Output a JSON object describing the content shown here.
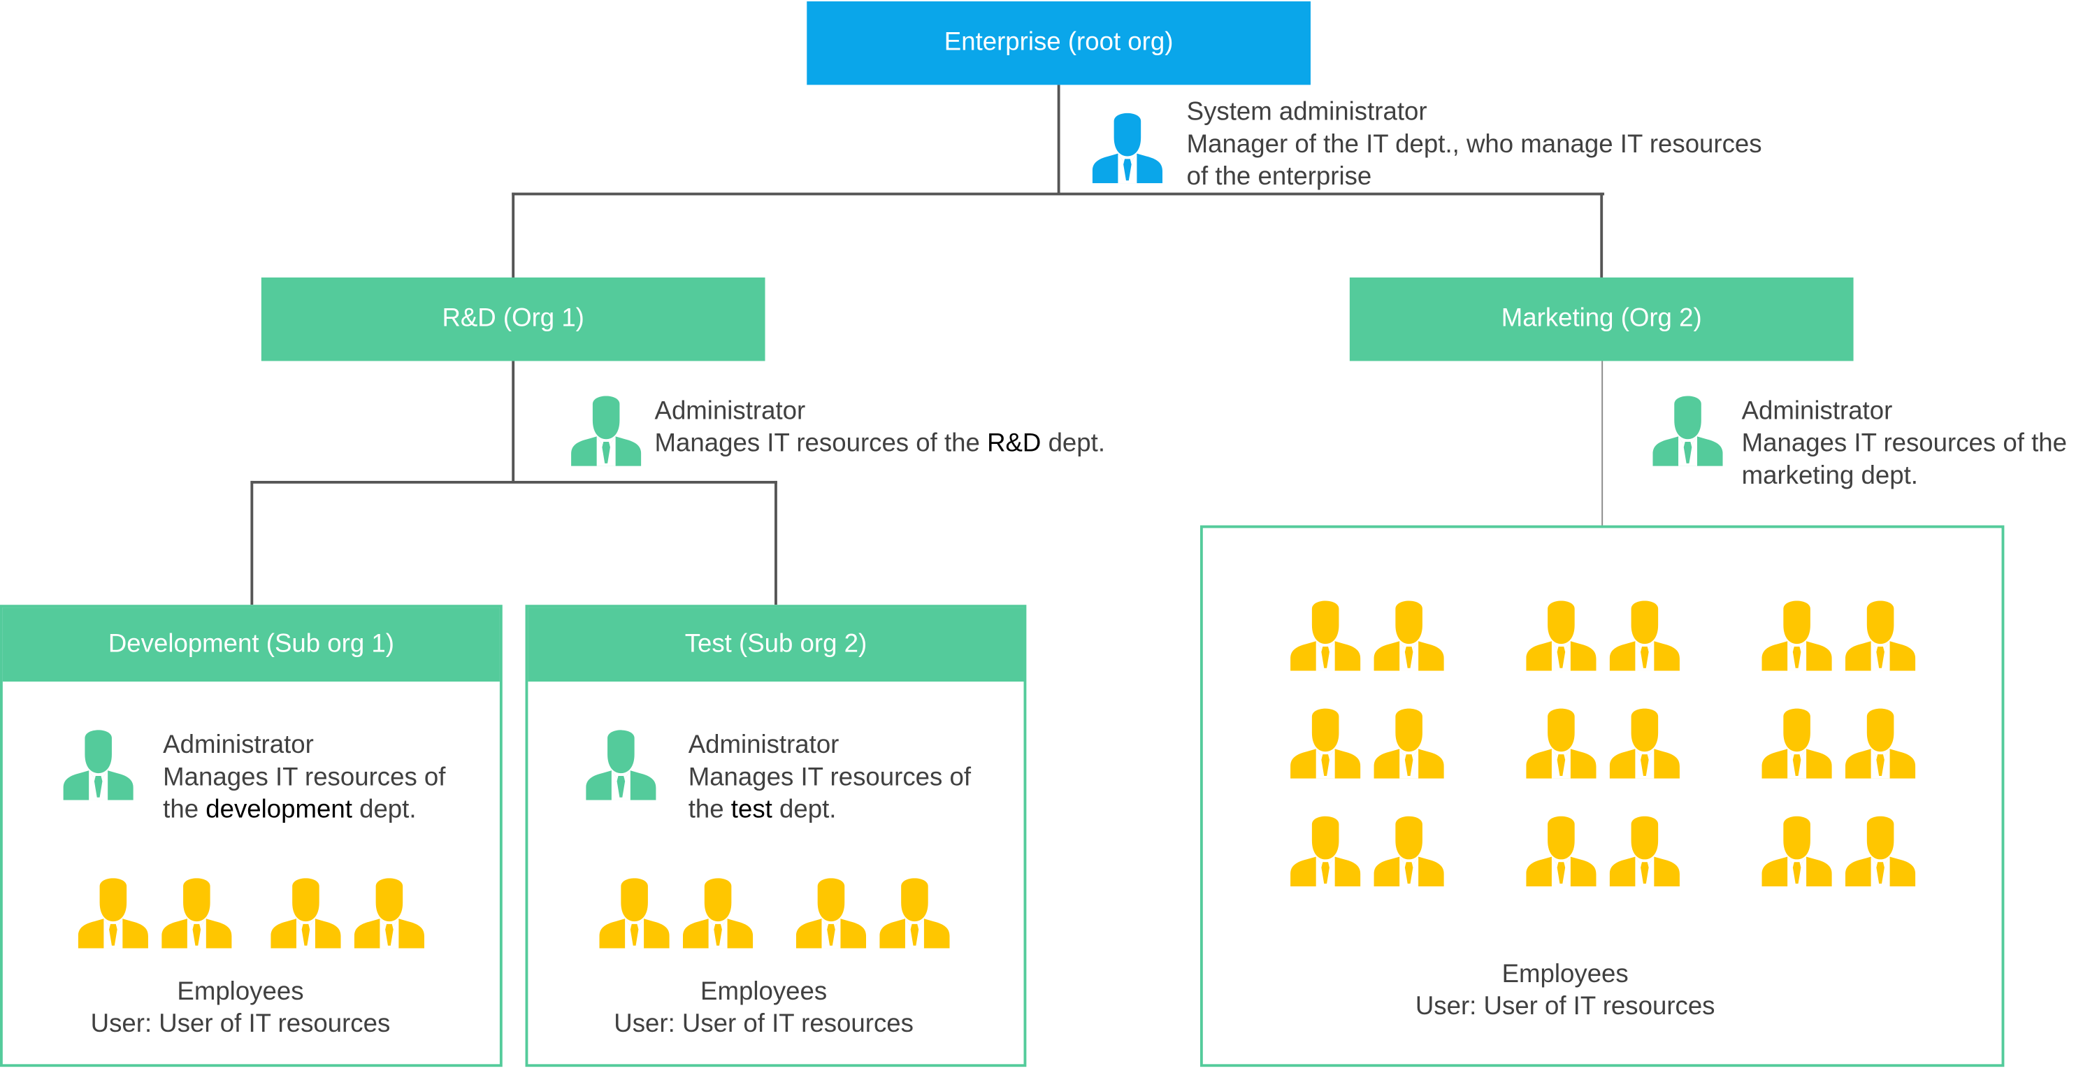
{
  "colors": {
    "root": "#0aa6ea",
    "org": "#54cb9b",
    "employee": "#ffc600",
    "admin": "#54cb9b",
    "sysadmin": "#0aa6ea"
  },
  "icons": {
    "person": "person-icon"
  },
  "root": {
    "label": "Enterprise (root org)",
    "role_title": "System administrator",
    "role_line1": "Manager of the IT dept., who manage IT resources",
    "role_line2": "of the enterprise"
  },
  "rd": {
    "label": "R&D (Org 1)",
    "role_title": "Administrator",
    "role_pre": "Manages IT resources of the ",
    "role_em": "R&D",
    "role_post": " dept."
  },
  "marketing": {
    "label": "Marketing (Org 2)",
    "role_title": "Administrator",
    "role_line1": "Manages IT resources of the",
    "role_line2": "marketing dept.",
    "employees_title": "Employees",
    "employees_desc": "User: User of IT resources"
  },
  "development": {
    "label": "Development (Sub org 1)",
    "role_title": "Administrator",
    "role_line1": "Manages IT resources of",
    "role_pre": "the ",
    "role_em": "development",
    "role_post": " dept.",
    "employees_title": "Employees",
    "employees_desc": "User: User of IT resources"
  },
  "test": {
    "label": "Test (Sub org 2)",
    "role_title": "Administrator",
    "role_line1": "Manages IT resources of",
    "role_pre": "the ",
    "role_em": "test",
    "role_post": " dept.",
    "employees_title": "Employees",
    "employees_desc": "User: User of IT resources"
  }
}
